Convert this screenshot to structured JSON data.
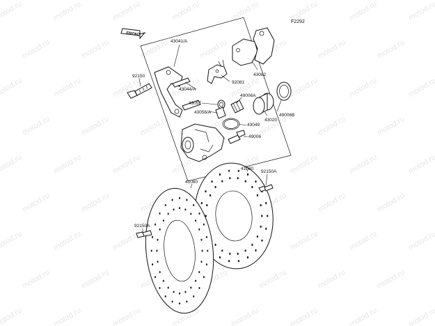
{
  "watermark": {
    "text": "motod.ru"
  },
  "diagram": {
    "figure_code": "F2292",
    "front_label": "FRONT",
    "callouts": [
      {
        "id": "43041a",
        "text": "43041/A"
      },
      {
        "id": "92150",
        "text": "92150"
      },
      {
        "id": "43044a",
        "text": "43044/A"
      },
      {
        "id": "92081",
        "text": "92081"
      },
      {
        "id": "43082",
        "text": "43082"
      },
      {
        "id": "49006a",
        "text": "49006A"
      },
      {
        "id": "43057",
        "text": "43057"
      },
      {
        "id": "43056a",
        "text": "43056/A"
      },
      {
        "id": "49006b",
        "text": "49006B"
      },
      {
        "id": "43020",
        "text": "43020"
      },
      {
        "id": "43049",
        "text": "43049"
      },
      {
        "id": "49006",
        "text": "49006"
      },
      {
        "id": "41080a",
        "text": "41080"
      },
      {
        "id": "41080b",
        "text": "41080"
      },
      {
        "id": "92150a_right",
        "text": "92150A"
      },
      {
        "id": "92150a_left",
        "text": "92150A"
      }
    ]
  }
}
